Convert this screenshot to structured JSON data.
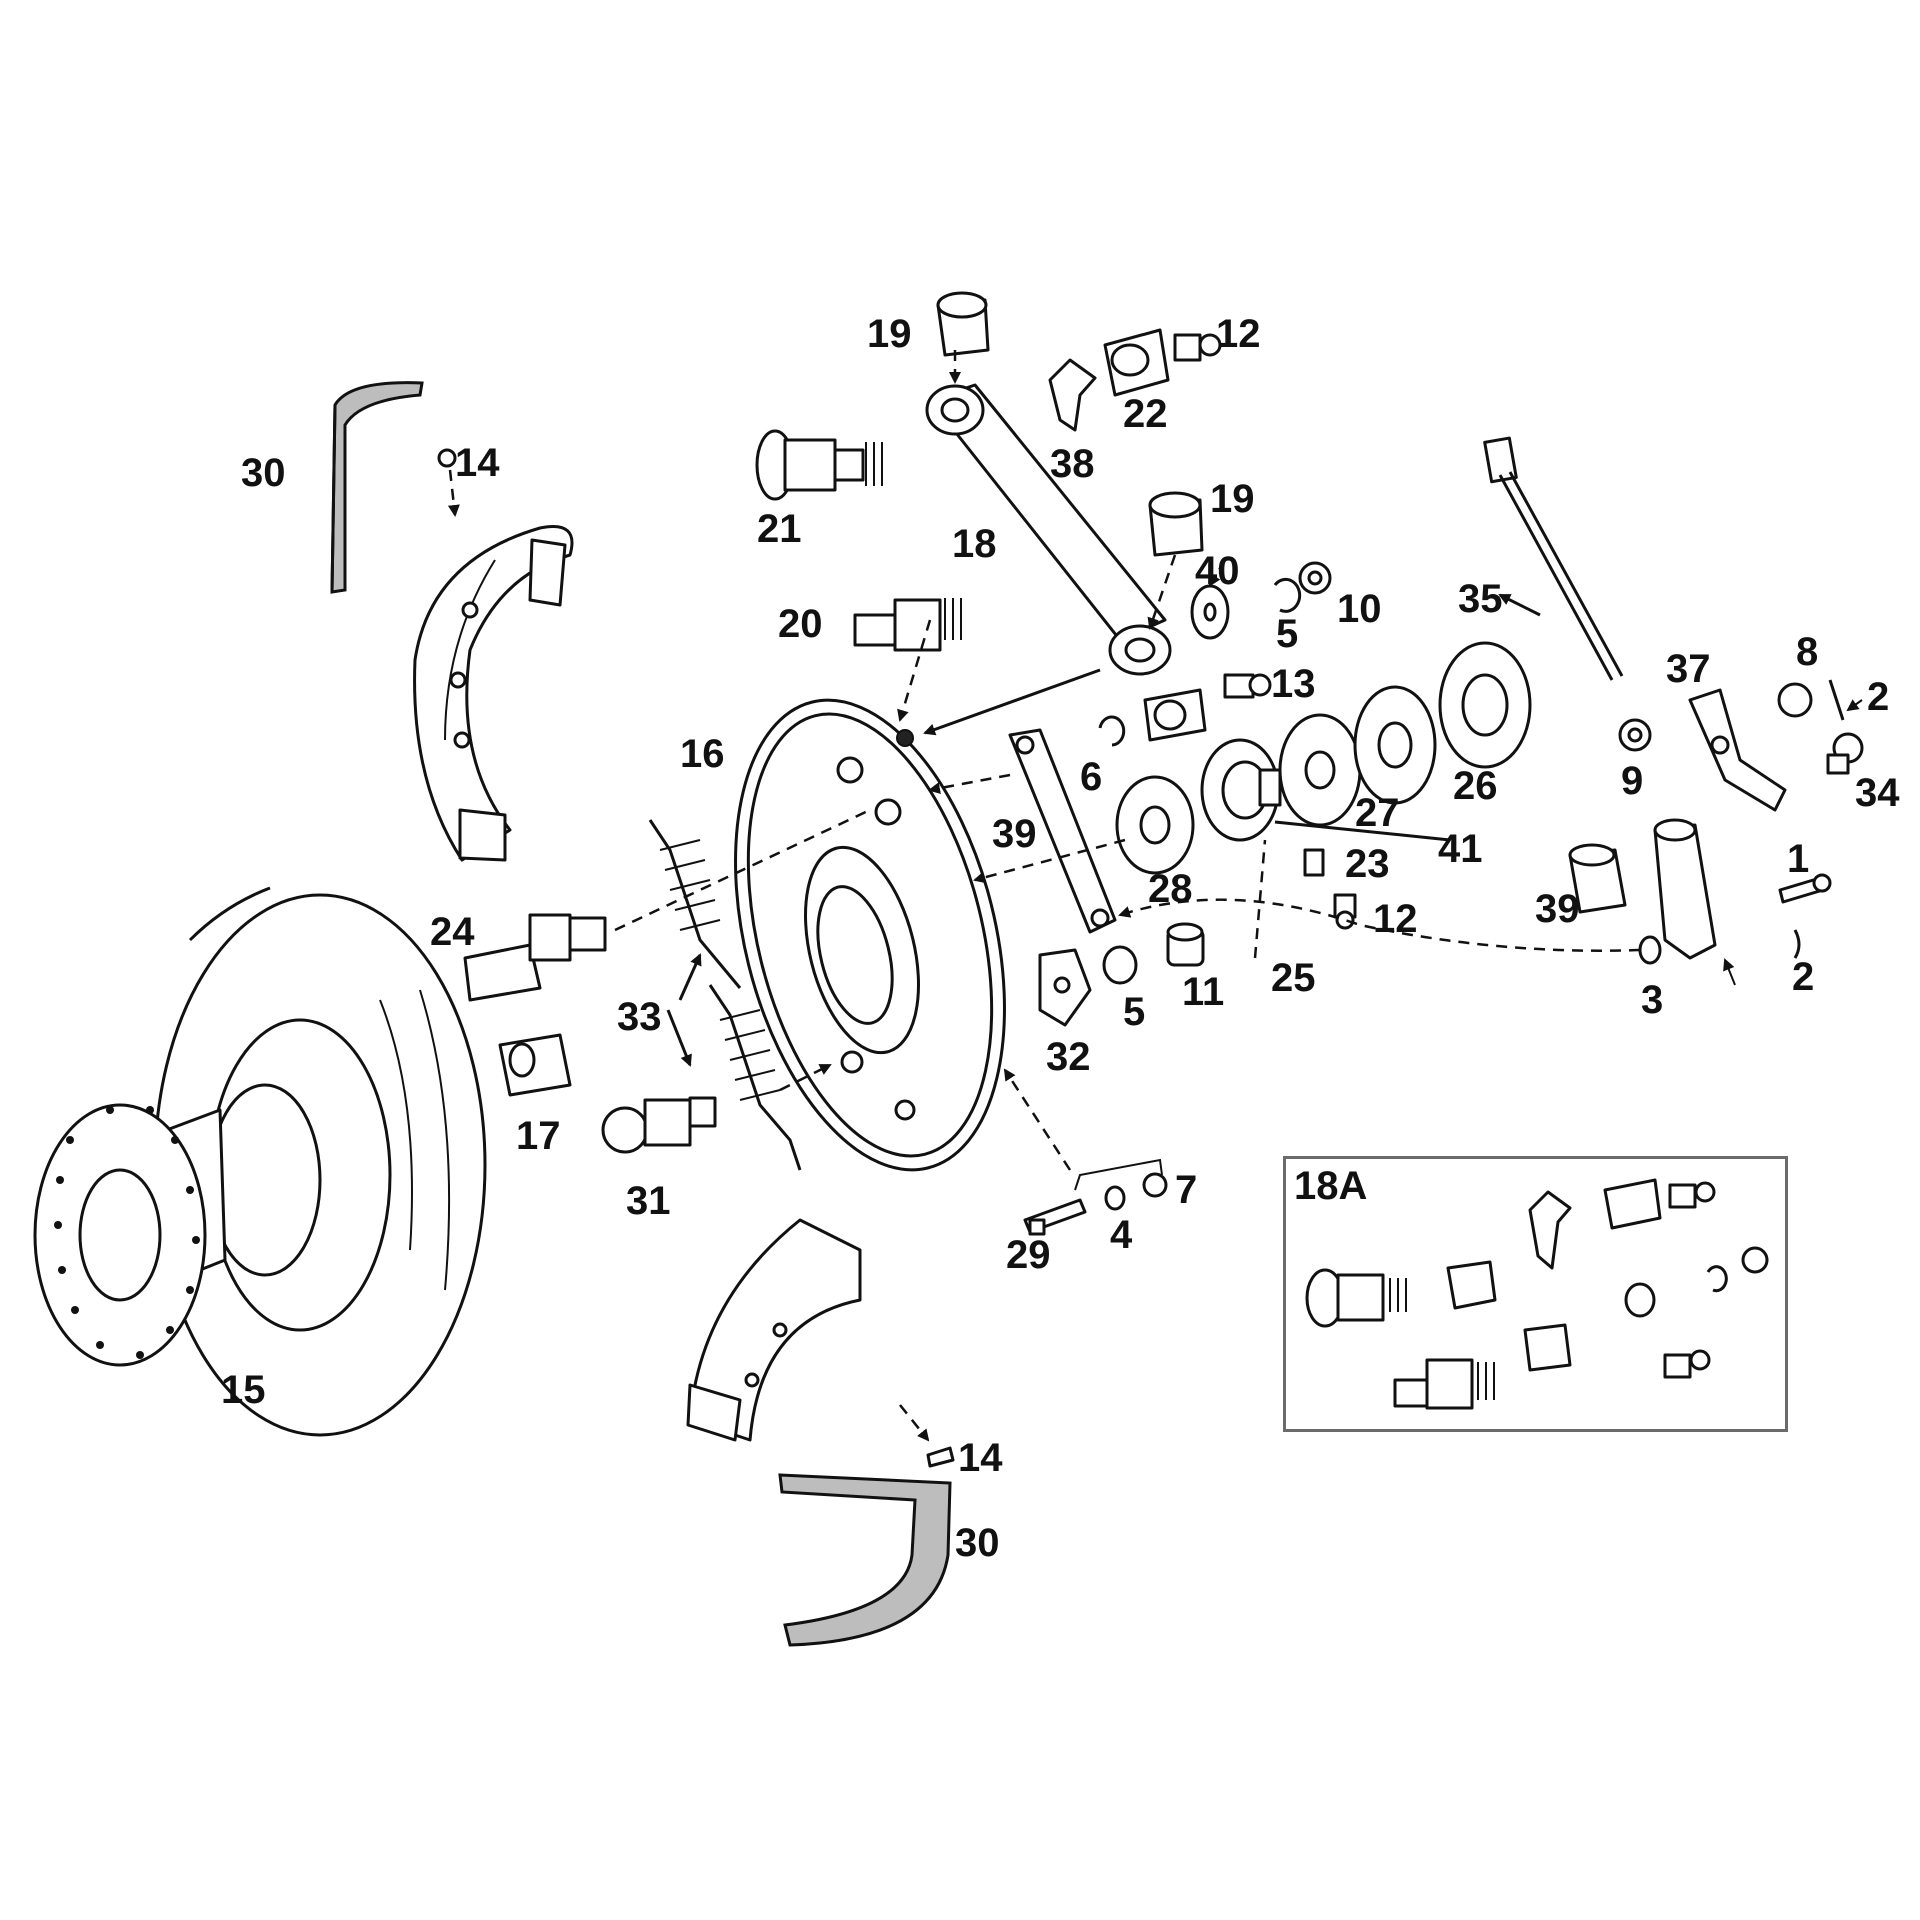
{
  "labels": {
    "p1": "1",
    "p2": "2",
    "p3": "3",
    "p4": "4",
    "p5": "5",
    "p6": "6",
    "p7": "7",
    "p8": "8",
    "p9": "9",
    "p10": "10",
    "p11": "11",
    "p12": "12",
    "p13": "13",
    "p14": "14",
    "p15": "15",
    "p16": "16",
    "p17": "17",
    "p18": "18",
    "p19": "19",
    "p20": "20",
    "p21": "21",
    "p22": "22",
    "p23": "23",
    "p24": "24",
    "p25": "25",
    "p26": "26",
    "p27": "27",
    "p28": "28",
    "p29": "29",
    "p30": "30",
    "p31": "31",
    "p32": "32",
    "p33": "33",
    "p34": "34",
    "p35": "35",
    "p37": "37",
    "p38": "38",
    "p39": "39",
    "p40": "40",
    "p41": "41"
  },
  "inset": {
    "title": "18A"
  }
}
